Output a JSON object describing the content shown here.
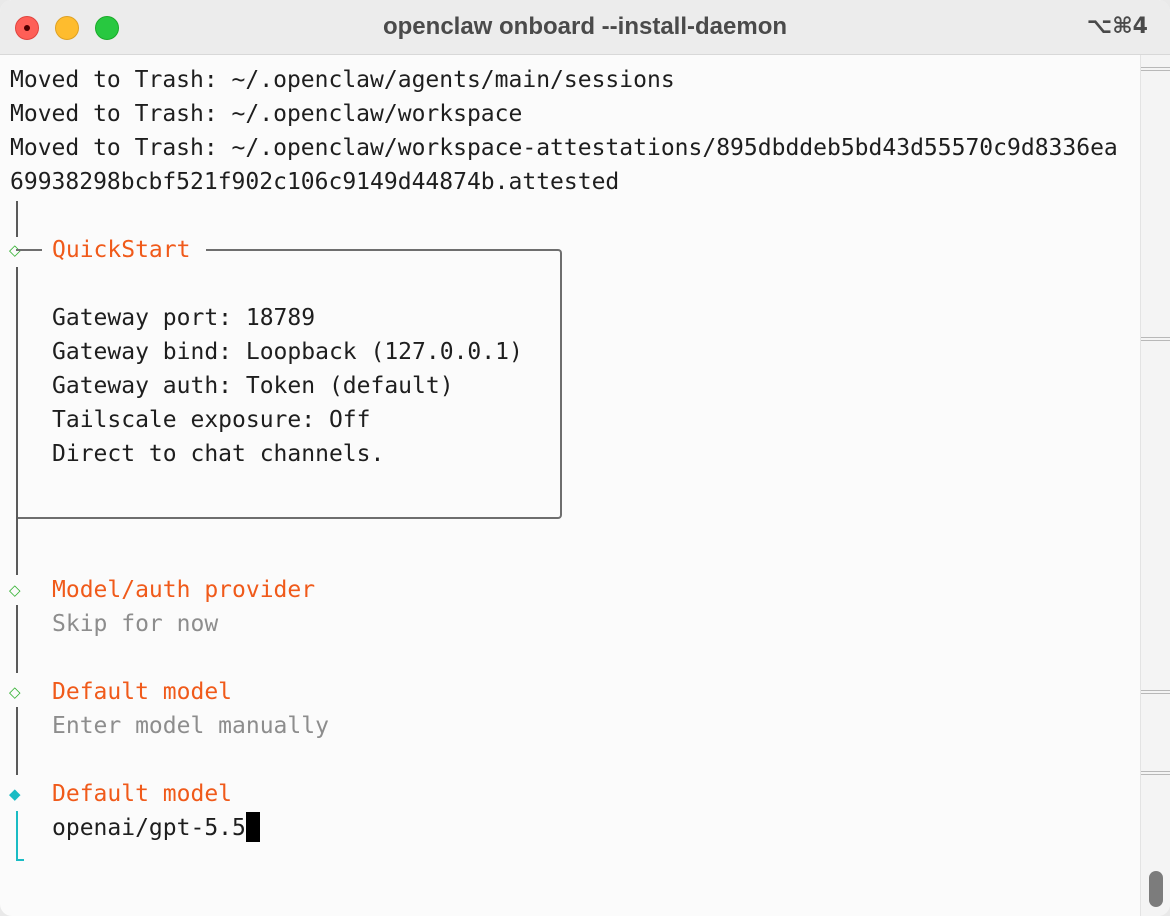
{
  "window": {
    "title": "openclaw onboard --install-daemon",
    "shortcut": "⌥⌘4"
  },
  "terminal": {
    "trash_lines": [
      "Moved to Trash: ~/.openclaw/agents/main/sessions",
      "Moved to Trash: ~/.openclaw/workspace",
      "Moved to Trash: ~/.openclaw/workspace-attestations/895dbddeb5bd43d55570c9d8336ea",
      "69938298bcbf521f902c106c9149d44874b.attested"
    ],
    "quickstart": {
      "title": "QuickStart",
      "lines": [
        "Gateway port: 18789",
        "Gateway bind: Loopback (127.0.0.1)",
        "Gateway auth: Token (default)",
        "Tailscale exposure: Off",
        "Direct to chat channels."
      ]
    },
    "steps": [
      {
        "title": "Model/auth provider",
        "value": "Skip for now"
      },
      {
        "title": "Default model",
        "value": "Enter model manually"
      }
    ],
    "active_step": {
      "title": "Default model",
      "input": "openai/gpt-5.5"
    }
  },
  "colors": {
    "accent_orange": "#f05a1a",
    "done_green": "#34b233",
    "active_cyan": "#1abcc4"
  },
  "icons": {
    "done": "hollow-diamond",
    "active": "filled-diamond"
  }
}
